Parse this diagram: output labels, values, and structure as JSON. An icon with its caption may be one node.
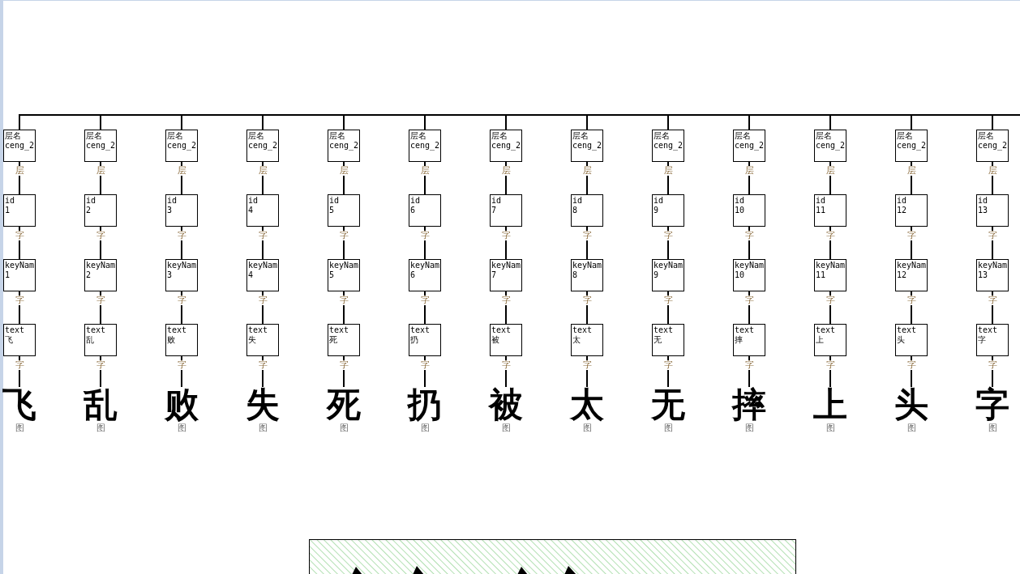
{
  "diagram": {
    "nodes": [
      {
        "text": [
          "层名",
          "ceng_2"
        ]
      },
      {
        "text": [
          "id",
          "1"
        ]
      },
      {
        "text": [
          "keyNam",
          "1"
        ]
      },
      {
        "text": [
          "text",
          "飞"
        ]
      },
      {
        "text": [
          "飞"
        ],
        "beside": [
          "图"
        ]
      },
      {
        "text": [
          "层名",
          "ceng_2"
        ]
      },
      {
        "text": [
          "id",
          "2"
        ]
      },
      {
        "text": [
          "keyNam",
          "2"
        ]
      },
      {
        "text": [
          "text",
          "乱"
        ]
      },
      {
        "text": [
          "乱"
        ],
        "beside": [
          "图"
        ]
      },
      {
        "text": [
          "层名",
          "ceng_2"
        ]
      },
      {
        "text": [
          "id",
          "3"
        ]
      },
      {
        "text": [
          "keyNam",
          "3"
        ]
      },
      {
        "text": [
          "text",
          "败"
        ]
      },
      {
        "text": [
          "败"
        ],
        "beside": [
          "图"
        ]
      },
      {
        "text": [
          "层名",
          "ceng_2"
        ]
      },
      {
        "text": [
          "id",
          "4"
        ]
      },
      {
        "text": [
          "keyNam",
          "4"
        ]
      },
      {
        "text": [
          "text",
          "失"
        ]
      },
      {
        "text": [
          "失"
        ],
        "beside": [
          "图"
        ]
      },
      {
        "text": [
          "层名",
          "ceng_2"
        ]
      },
      {
        "text": [
          "id",
          "5"
        ]
      },
      {
        "text": [
          "keyNam",
          "5"
        ]
      },
      {
        "text": [
          "text",
          "死"
        ]
      },
      {
        "text": [
          "死"
        ],
        "beside": [
          "图"
        ]
      },
      {
        "text": [
          "层名",
          "ceng_2"
        ]
      },
      {
        "text": [
          "id",
          "6"
        ]
      },
      {
        "text": [
          "keyNam",
          "6"
        ]
      },
      {
        "text": [
          "text",
          "扔"
        ]
      },
      {
        "text": [
          "扔"
        ],
        "beside": [
          "图"
        ]
      },
      {
        "text": [
          "层名",
          "ceng_2"
        ]
      },
      {
        "text": [
          "id",
          "7"
        ]
      },
      {
        "text": [
          "keyNam",
          "7"
        ]
      },
      {
        "text": [
          "text",
          "被"
        ]
      },
      {
        "text": [
          "被"
        ],
        "beside": [
          "图"
        ]
      },
      {
        "text": [
          "层名",
          "ceng_2"
        ]
      },
      {
        "text": [
          "id",
          "8"
        ]
      },
      {
        "text": [
          "keyNam",
          "8"
        ]
      },
      {
        "text": [
          "text",
          "太"
        ]
      },
      {
        "text": [
          "太"
        ],
        "beside": [
          "图"
        ]
      },
      {
        "text": [
          "层名",
          "ceng_2"
        ]
      },
      {
        "text": [
          "id",
          "9"
        ]
      },
      {
        "text": [
          "keyNam",
          "9"
        ]
      },
      {
        "text": [
          "text",
          "无"
        ]
      },
      {
        "text": [
          "无"
        ],
        "beside": [
          "图"
        ]
      },
      {
        "text": [
          "层名",
          "ceng_2"
        ]
      },
      {
        "text": [
          "id",
          "10"
        ]
      },
      {
        "text": [
          "keyNam",
          "10"
        ]
      },
      {
        "text": [
          "text",
          "摔"
        ]
      },
      {
        "text": [
          "摔"
        ],
        "beside": [
          "图"
        ]
      },
      {
        "text": [
          "层名",
          "ceng_2"
        ]
      },
      {
        "text": [
          "id",
          "11"
        ]
      },
      {
        "text": [
          "keyNam",
          "11"
        ]
      },
      {
        "text": [
          "text",
          "上"
        ]
      },
      {
        "text": [
          "上"
        ],
        "beside": [
          "图"
        ]
      },
      {
        "text": [
          "层名",
          "ceng_2"
        ]
      },
      {
        "text": [
          "id",
          "12"
        ]
      },
      {
        "text": [
          "keyNam",
          "12"
        ]
      },
      {
        "text": [
          "text",
          "头"
        ]
      },
      {
        "text": [
          "头"
        ],
        "beside": [
          "图"
        ]
      },
      {
        "text": [
          "层名",
          "ceng_2"
        ]
      },
      {
        "text": [
          "id",
          "13"
        ]
      },
      {
        "text": [
          "keyNam",
          "13"
        ]
      },
      {
        "text": [
          "text",
          "字"
        ]
      },
      {
        "text": [
          "字"
        ],
        "beside": [
          "图"
        ]
      }
    ],
    "edges": [
      {
        "from": null,
        "to": 0,
        "arrow": "none"
      },
      {
        "from": 0,
        "to": 1,
        "arrow": "none",
        "label": "层"
      },
      {
        "from": 1,
        "to": 2,
        "arrow": "none",
        "label": "字"
      },
      {
        "from": 2,
        "to": 3,
        "arrow": "none",
        "label": "字"
      },
      {
        "from": 3,
        "to": 4,
        "arrow": "none",
        "label": "字"
      },
      {
        "from": null,
        "to": 5,
        "arrow": "none"
      },
      {
        "from": 5,
        "to": 6,
        "arrow": "none",
        "label": "层"
      },
      {
        "from": 6,
        "to": 7,
        "arrow": "none",
        "label": "字"
      },
      {
        "from": 7,
        "to": 8,
        "arrow": "none",
        "label": "字"
      },
      {
        "from": 8,
        "to": 9,
        "arrow": "none",
        "label": "字"
      },
      {
        "from": null,
        "to": 10,
        "arrow": "none"
      },
      {
        "from": 10,
        "to": 11,
        "arrow": "none",
        "label": "层"
      },
      {
        "from": 11,
        "to": 12,
        "arrow": "none",
        "label": "字"
      },
      {
        "from": 12,
        "to": 13,
        "arrow": "none",
        "label": "字"
      },
      {
        "from": 13,
        "to": 14,
        "arrow": "none",
        "label": "字"
      },
      {
        "from": null,
        "to": 15,
        "arrow": "none"
      },
      {
        "from": 15,
        "to": 16,
        "arrow": "none",
        "label": "层"
      },
      {
        "from": 16,
        "to": 17,
        "arrow": "none",
        "label": "字"
      },
      {
        "from": 17,
        "to": 18,
        "arrow": "none",
        "label": "字"
      },
      {
        "from": 18,
        "to": 19,
        "arrow": "none",
        "label": "字"
      },
      {
        "from": null,
        "to": 20,
        "arrow": "none"
      },
      {
        "from": 20,
        "to": 21,
        "arrow": "none",
        "label": "层"
      },
      {
        "from": 21,
        "to": 22,
        "arrow": "none",
        "label": "字"
      },
      {
        "from": 22,
        "to": 23,
        "arrow": "none",
        "label": "字"
      },
      {
        "from": 23,
        "to": 24,
        "arrow": "none",
        "label": "字"
      },
      {
        "from": null,
        "to": 25,
        "arrow": "none"
      },
      {
        "from": 25,
        "to": 26,
        "arrow": "none",
        "label": "层"
      },
      {
        "from": 26,
        "to": 27,
        "arrow": "none",
        "label": "字"
      },
      {
        "from": 27,
        "to": 28,
        "arrow": "none",
        "label": "字"
      },
      {
        "from": 28,
        "to": 29,
        "arrow": "none",
        "label": "字"
      },
      {
        "from": null,
        "to": 30,
        "arrow": "none"
      },
      {
        "from": 30,
        "to": 31,
        "arrow": "none",
        "label": "层"
      },
      {
        "from": 31,
        "to": 32,
        "arrow": "none",
        "label": "字"
      },
      {
        "from": 32,
        "to": 33,
        "arrow": "none",
        "label": "字"
      },
      {
        "from": 33,
        "to": 34,
        "arrow": "none",
        "label": "字"
      },
      {
        "from": null,
        "to": 35,
        "arrow": "none"
      },
      {
        "from": 35,
        "to": 36,
        "arrow": "none",
        "label": "层"
      },
      {
        "from": 36,
        "to": 37,
        "arrow": "none",
        "label": "字"
      },
      {
        "from": 37,
        "to": 38,
        "arrow": "none",
        "label": "字"
      },
      {
        "from": 38,
        "to": 39,
        "arrow": "none",
        "label": "字"
      },
      {
        "from": null,
        "to": 40,
        "arrow": "none"
      },
      {
        "from": 40,
        "to": 41,
        "arrow": "none",
        "label": "层"
      },
      {
        "from": 41,
        "to": 42,
        "arrow": "none",
        "label": "字"
      },
      {
        "from": 42,
        "to": 43,
        "arrow": "none",
        "label": "字"
      },
      {
        "from": 43,
        "to": 44,
        "arrow": "none",
        "label": "字"
      },
      {
        "from": null,
        "to": 45,
        "arrow": "none"
      },
      {
        "from": 45,
        "to": 46,
        "arrow": "none",
        "label": "层"
      },
      {
        "from": 46,
        "to": 47,
        "arrow": "none",
        "label": "字"
      },
      {
        "from": 47,
        "to": 48,
        "arrow": "none",
        "label": "字"
      },
      {
        "from": 48,
        "to": 49,
        "arrow": "none",
        "label": "字"
      },
      {
        "from": null,
        "to": 50,
        "arrow": "none"
      },
      {
        "from": 50,
        "to": 51,
        "arrow": "none",
        "label": "层"
      },
      {
        "from": 51,
        "to": 52,
        "arrow": "none",
        "label": "字"
      },
      {
        "from": 52,
        "to": 53,
        "arrow": "none",
        "label": "字"
      },
      {
        "from": 53,
        "to": 54,
        "arrow": "none",
        "label": "字"
      },
      {
        "from": null,
        "to": 55,
        "arrow": "none"
      },
      {
        "from": 55,
        "to": 56,
        "arrow": "none",
        "label": "层"
      },
      {
        "from": 56,
        "to": 57,
        "arrow": "none",
        "label": "字"
      },
      {
        "from": 57,
        "to": 58,
        "arrow": "none",
        "label": "字"
      },
      {
        "from": 58,
        "to": 59,
        "arrow": "none",
        "label": "字"
      },
      {
        "from": null,
        "to": 60,
        "arrow": "none"
      },
      {
        "from": 60,
        "to": 61,
        "arrow": "none",
        "label": "层"
      },
      {
        "from": 61,
        "to": 62,
        "arrow": "none",
        "label": "字"
      },
      {
        "from": 62,
        "to": 63,
        "arrow": "none",
        "label": "字"
      },
      {
        "from": 63,
        "to": 64,
        "arrow": "none",
        "label": "字"
      }
    ]
  }
}
